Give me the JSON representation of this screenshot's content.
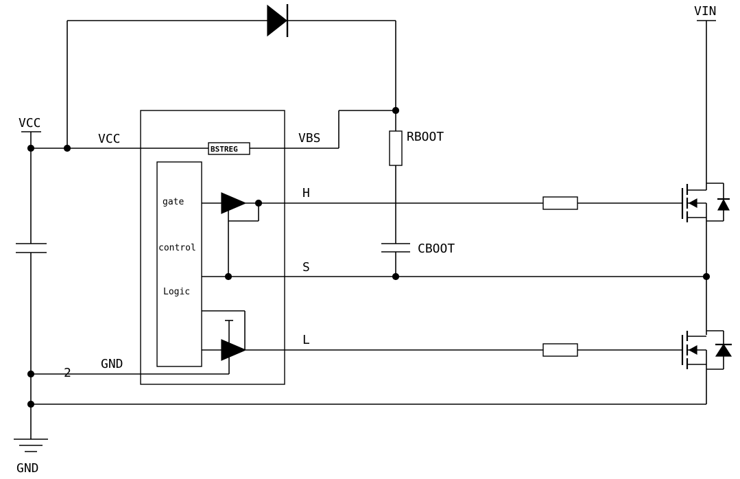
{
  "labels": {
    "vcc_rail": "VCC",
    "vcc_pin": "VCC",
    "vbs_pin": "VBS",
    "vin": "VIN",
    "rboot": "RBOOT",
    "cboot": "CBOOT",
    "bstreg": "BSTREG",
    "h_out": "H",
    "s_node": "S",
    "l_out": "L",
    "gnd_pin": "GND",
    "pin_number": "2",
    "gnd_ground": "GND"
  },
  "logic_block": {
    "line1": "gate",
    "line2": "control",
    "line3": "Logic"
  }
}
